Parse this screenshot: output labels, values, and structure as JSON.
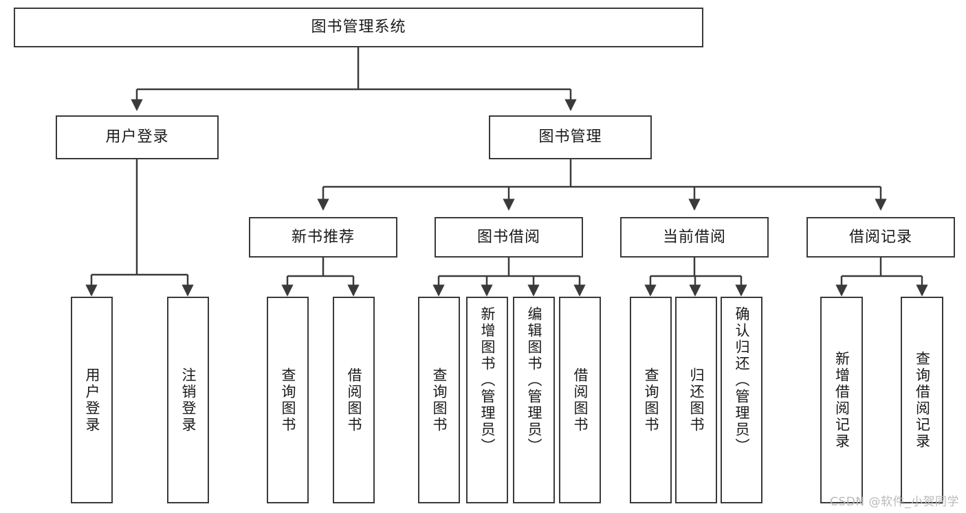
{
  "diagram": {
    "type": "tree",
    "title": "图书管理系统",
    "root": {
      "id": "root",
      "label": "图书管理系统",
      "orientation": "horizontal"
    },
    "level2": [
      {
        "id": "user-login",
        "label": "用户登录",
        "orientation": "horizontal"
      },
      {
        "id": "book-manage",
        "label": "图书管理",
        "orientation": "horizontal"
      }
    ],
    "level3": [
      {
        "id": "new-book-recommend",
        "label": "新书推荐",
        "orientation": "horizontal",
        "parent": "book-manage"
      },
      {
        "id": "book-borrow",
        "label": "图书借阅",
        "orientation": "horizontal",
        "parent": "book-manage"
      },
      {
        "id": "current-borrow",
        "label": "当前借阅",
        "orientation": "horizontal",
        "parent": "book-manage"
      },
      {
        "id": "borrow-record",
        "label": "借阅记录",
        "orientation": "horizontal",
        "parent": "book-manage"
      }
    ],
    "leaves": [
      {
        "id": "leaf-user-login",
        "label": "用户登录",
        "parent": "user-login",
        "orientation": "vertical"
      },
      {
        "id": "leaf-user-logout",
        "label": "注销登录",
        "parent": "user-login",
        "orientation": "vertical"
      },
      {
        "id": "leaf-query-book-1",
        "label": "查询图书",
        "parent": "new-book-recommend",
        "orientation": "vertical"
      },
      {
        "id": "leaf-borrow-book-1",
        "label": "借阅图书",
        "parent": "new-book-recommend",
        "orientation": "vertical"
      },
      {
        "id": "leaf-query-book-2",
        "label": "查询图书",
        "parent": "book-borrow",
        "orientation": "vertical"
      },
      {
        "id": "leaf-add-book",
        "label": "新增图书（管理员）",
        "parent": "book-borrow",
        "orientation": "vertical"
      },
      {
        "id": "leaf-edit-book",
        "label": "编辑图书（管理员）",
        "parent": "book-borrow",
        "orientation": "vertical"
      },
      {
        "id": "leaf-borrow-book-2",
        "label": "借阅图书",
        "parent": "book-borrow",
        "orientation": "vertical"
      },
      {
        "id": "leaf-query-book-3",
        "label": "查询图书",
        "parent": "current-borrow",
        "orientation": "vertical"
      },
      {
        "id": "leaf-return-book",
        "label": "归还图书",
        "parent": "current-borrow",
        "orientation": "vertical"
      },
      {
        "id": "leaf-confirm-return",
        "label": "确认归还（管理员）",
        "parent": "current-borrow",
        "orientation": "vertical"
      },
      {
        "id": "leaf-add-record",
        "label": "新增借阅记录",
        "parent": "borrow-record",
        "orientation": "vertical"
      },
      {
        "id": "leaf-query-record",
        "label": "查询借阅记录",
        "parent": "borrow-record",
        "orientation": "vertical"
      }
    ]
  },
  "watermark": {
    "text": "CSDN @软件_小贺同学"
  },
  "colors": {
    "border": "#3a3a3a",
    "text": "#1a1a1a",
    "background": "#ffffff",
    "watermark": "#b9b9b9"
  }
}
